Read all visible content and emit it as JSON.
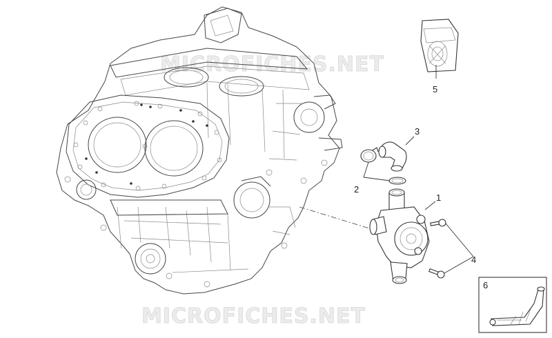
{
  "watermark": {
    "top": "MICROFICHES.NET",
    "bottom": "MICROFICHES.NET"
  },
  "callouts": {
    "p1": "1",
    "p2": "2",
    "p3": "3",
    "p4": "4",
    "p5": "5",
    "p6": "6"
  }
}
